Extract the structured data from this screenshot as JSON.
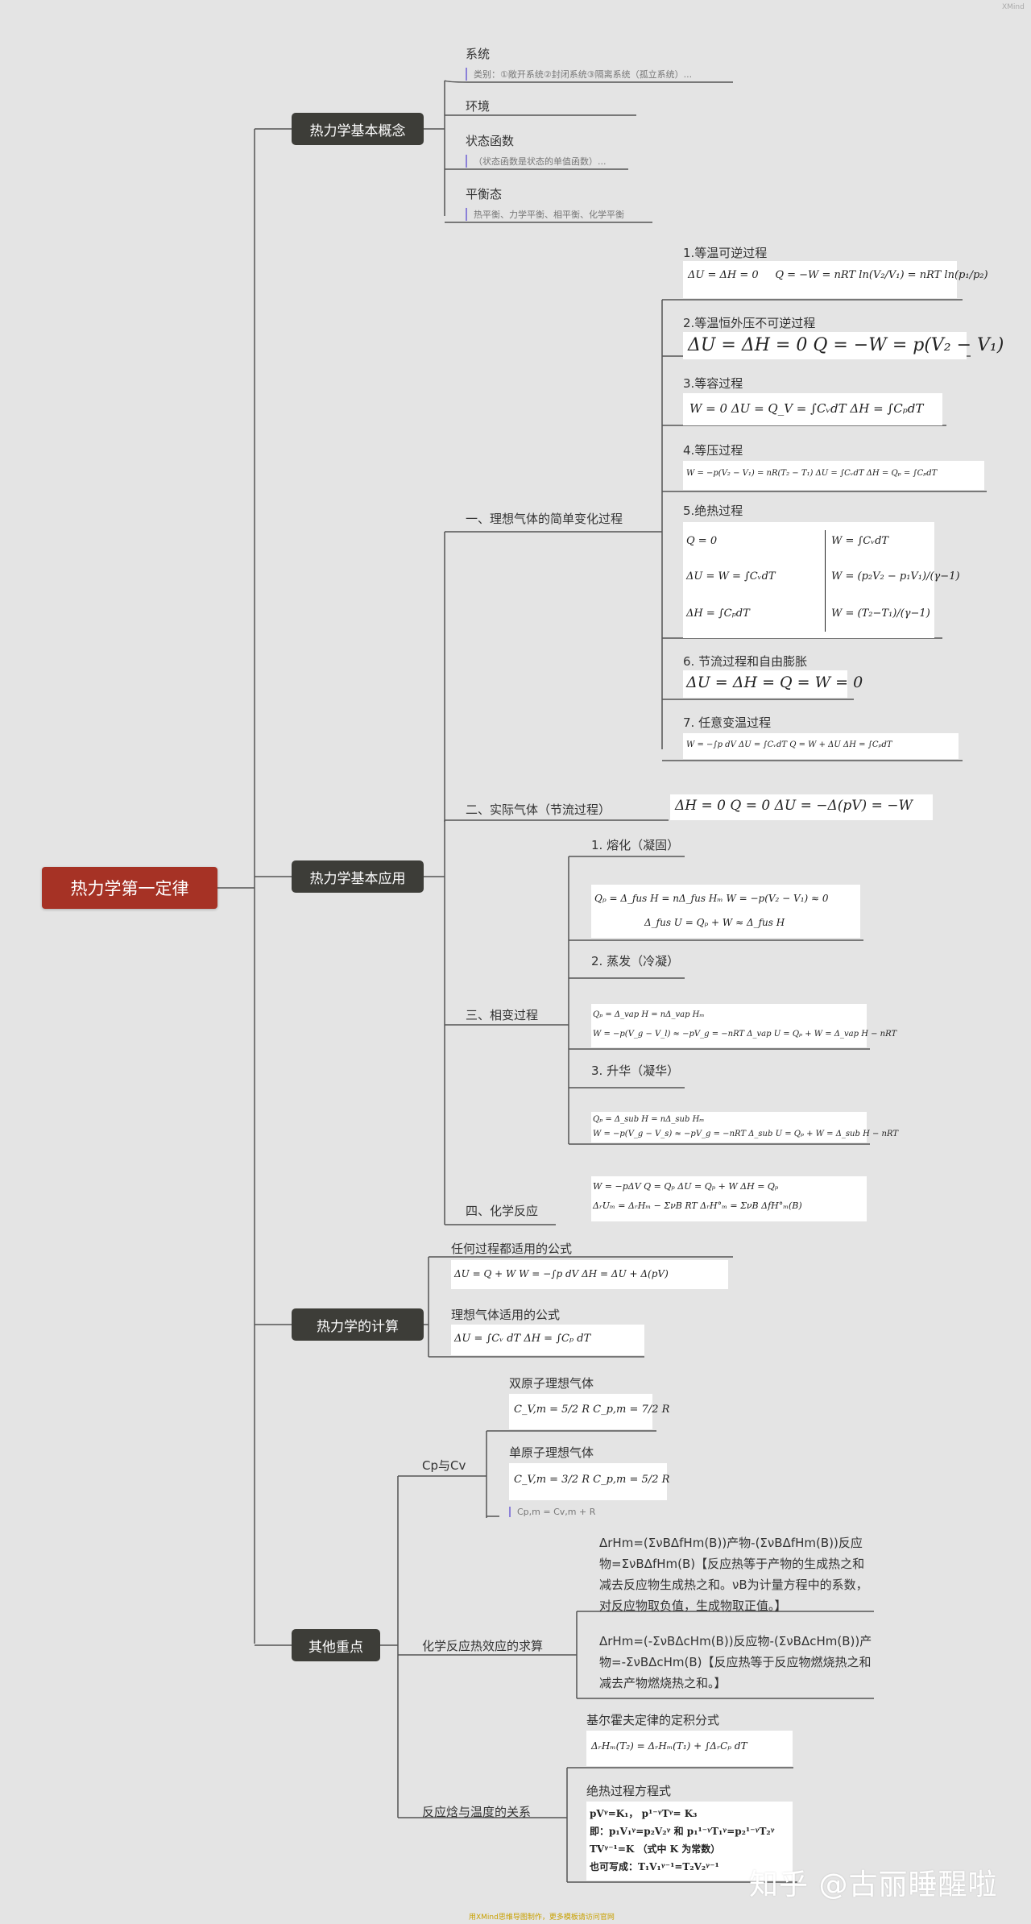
{
  "root": "热力学第一定律",
  "main_topics": [
    "热力学基本概念",
    "热力学基本应用",
    "热力学的计算",
    "其他重点"
  ],
  "concepts": {
    "system": {
      "title": "系统",
      "note": "类别：①敞开系统②封闭系统③隔离系统（孤立系统）..."
    },
    "environment": {
      "title": "环境"
    },
    "state_function": {
      "title": "状态函数",
      "note": "（状态函数是状态的单值函数）..."
    },
    "equilibrium": {
      "title": "平衡态",
      "note": "热平衡、力学平衡、相平衡、化学平衡"
    }
  },
  "apps": {
    "ideal": {
      "title": "一、理想气体的简单变化过程",
      "items": [
        {
          "title": "1.等温可逆过程",
          "f": [
            "ΔU = ΔH = 0",
            "Q = −W = nRT ln(V₂/V₁) = nRT ln(p₁/p₂)"
          ]
        },
        {
          "title": "2.等温恒外压不可逆过程",
          "f": [
            "ΔU = ΔH = 0   Q = −W = p(V₂ − V₁)"
          ]
        },
        {
          "title": "3.等容过程",
          "f": [
            "W = 0    ΔU = Q_V = ∫CᵥdT    ΔH = ∫CₚdT"
          ]
        },
        {
          "title": "4.等压过程",
          "f": [
            "W = −p(V₂ − V₁) = nR(T₂ − T₁)    ΔU = ∫CᵥdT    ΔH = Qₚ = ∫CₚdT"
          ]
        },
        {
          "title": "5.绝热过程",
          "f": [
            "Q = 0",
            "ΔU = W = ∫CᵥdT",
            "ΔH = ∫CₚdT",
            "W = ∫CᵥdT",
            "W = (p₂V₂ − p₁V₁)/(γ−1)",
            "W = (T₂−T₁)/(γ−1)"
          ]
        },
        {
          "title": "6. 节流过程和自由膨胀",
          "f": [
            "ΔU = ΔH = Q = W = 0"
          ]
        },
        {
          "title": "7. 任意变温过程",
          "f": [
            "W = −∫p dV    ΔU = ∫CᵥdT    Q = W + ΔU    ΔH = ∫CₚdT"
          ]
        }
      ]
    },
    "real": {
      "title": "二、实际气体（节流过程）",
      "f": "ΔH = 0    Q = 0   ΔU = −Δ(pV) = −W"
    },
    "phase": {
      "title": "三、相变过程",
      "items": [
        {
          "title": "1. 熔化（凝固）",
          "f": [
            "Qₚ = Δ_fus H = nΔ_fus Hₘ        W = −p(V₂ − V₁) ≈ 0",
            "Δ_fus U = Qₚ + W ≈ Δ_fus H"
          ]
        },
        {
          "title": "2. 蒸发（冷凝）",
          "f": [
            "Qₚ = Δ_vap H = nΔ_vap Hₘ",
            "W = −p(V_g − V_l) ≈ −pV_g = −nRT    Δ_vap U = Qₚ + W = Δ_vap H − nRT"
          ]
        },
        {
          "title": "3. 升华（凝华）",
          "f": [
            "Qₚ = Δ_sub H = nΔ_sub Hₘ",
            "W = −p(V_g − V_s) ≈ −pV_g = −nRT    Δ_sub U = Qₚ + W = Δ_sub H − nRT"
          ]
        }
      ]
    },
    "chem": {
      "title": "四、化学反应",
      "f": [
        "W = −pΔV    Q = Qₚ    ΔU = Qₚ + W    ΔH = Qₚ",
        "ΔᵣUₘ = ΔᵣHₘ − ΣνB RT    ΔᵣH°ₘ = ΣνB ΔfH°ₘ(B)"
      ]
    }
  },
  "calc": {
    "general": {
      "title": "任何过程都适用的公式",
      "f": "ΔU = Q + W     W = −∫p dV     ΔH = ΔU + Δ(pV)"
    },
    "ideal": {
      "title": "理想气体适用的公式",
      "f": "ΔU = ∫Cᵥ dT     ΔH = ∫Cₚ dT"
    }
  },
  "others": {
    "cpcv": {
      "title": "Cp与Cv",
      "diatomic": {
        "title": "双原子理想气体",
        "f": "C_V,m = 5/2 R      C_p,m = 7/2 R"
      },
      "monatomic": {
        "title": "单原子理想气体",
        "f": "C_V,m = 3/2 R      C_p,m = 5/2 R"
      },
      "note": "Cp,m = Cv,m + R"
    },
    "heat": {
      "title": "化学反应热效应的求算",
      "t1": "ΔrHm=(ΣνBΔfHm(B))产物-(ΣνBΔfHm(B))反应物=ΣνBΔfHm(B)【反应热等于产物的生成热之和减去反应物生成热之和。νB为计量方程中的系数，对反应物取负值，生成物取正值。】",
      "t2": "ΔrHm=(-ΣνBΔcHm(B))反应物-(ΣνBΔcHm(B))产物=-ΣνBΔcHm(B)【反应热等于反应物燃烧热之和减去产物燃烧热之和。】"
    },
    "temp": {
      "title": "反应焓与温度的关系",
      "kirchhoff": {
        "title": "基尔霍夫定律的定积分式",
        "f": "ΔᵣHₘ(T₂) = ΔᵣHₘ(T₁) + ∫ΔᵣCₚ dT"
      },
      "adiabatic": {
        "title": "绝热过程方程式",
        "lines": [
          "pVᵞ=K₁，  p¹⁻ᵞTᵞ= K₃",
          "即：p₁V₁ᵞ=p₂V₂ᵞ  和  p₁¹⁻ᵞT₁ᵞ=p₂¹⁻ᵞT₂ᵞ",
          "TVᵞ⁻¹=K  （式中 K 为常数）",
          "也可写成：T₁V₁ᵞ⁻¹=T₂V₂ᵞ⁻¹"
        ]
      }
    }
  },
  "watermark": "知乎 @古丽睡醒啦",
  "footer": "用XMind思维导图制作，更多模板请访问官网",
  "corner": "XMind"
}
